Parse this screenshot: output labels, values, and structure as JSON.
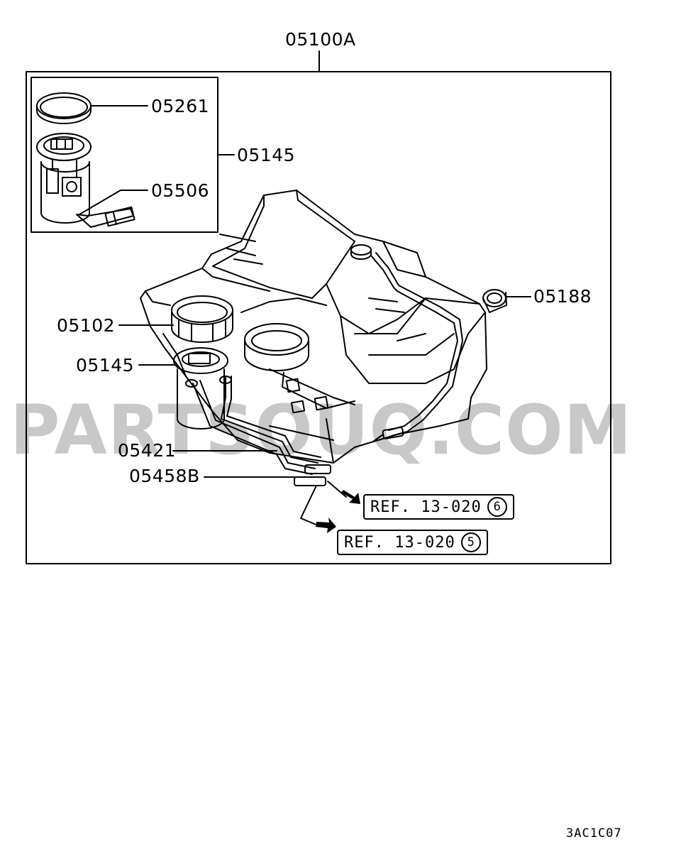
{
  "diagram": {
    "assembly_label": "05100A",
    "labels": {
      "p05261": "05261",
      "p05145_kit": "05145",
      "p05506": "05506",
      "p05102": "05102",
      "p05145_tank": "05145",
      "p05188": "05188",
      "p05421": "05421",
      "p05458b": "05458B"
    },
    "refs": [
      {
        "text": "REF. 13-020",
        "circle": "6"
      },
      {
        "text": "REF. 13-020",
        "circle": "5"
      }
    ],
    "drawing_code": "3AC1C07",
    "watermark": "PARTSOUQ.COM"
  }
}
